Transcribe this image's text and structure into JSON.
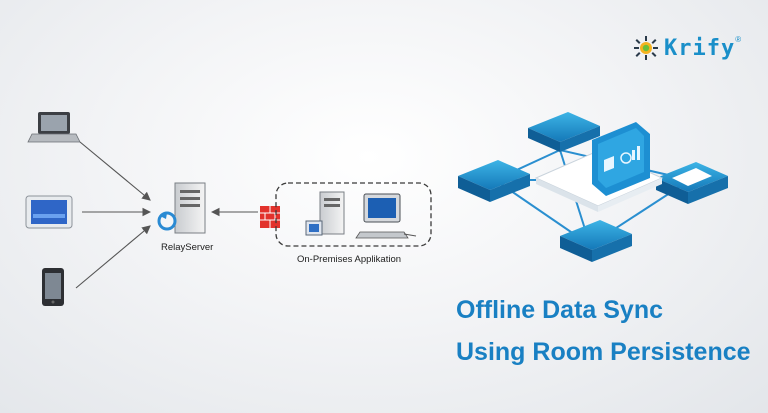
{
  "brand": {
    "name": "Krify",
    "reg": "®"
  },
  "diagram": {
    "relay_label": "RelayServer",
    "onprem_label": "On-Premises Applikation"
  },
  "headline": {
    "line1": "Offline Data Sync",
    "line2": "Using Room Persistence"
  },
  "colors": {
    "accent": "#1980c3",
    "firewall": "#e2322c"
  }
}
